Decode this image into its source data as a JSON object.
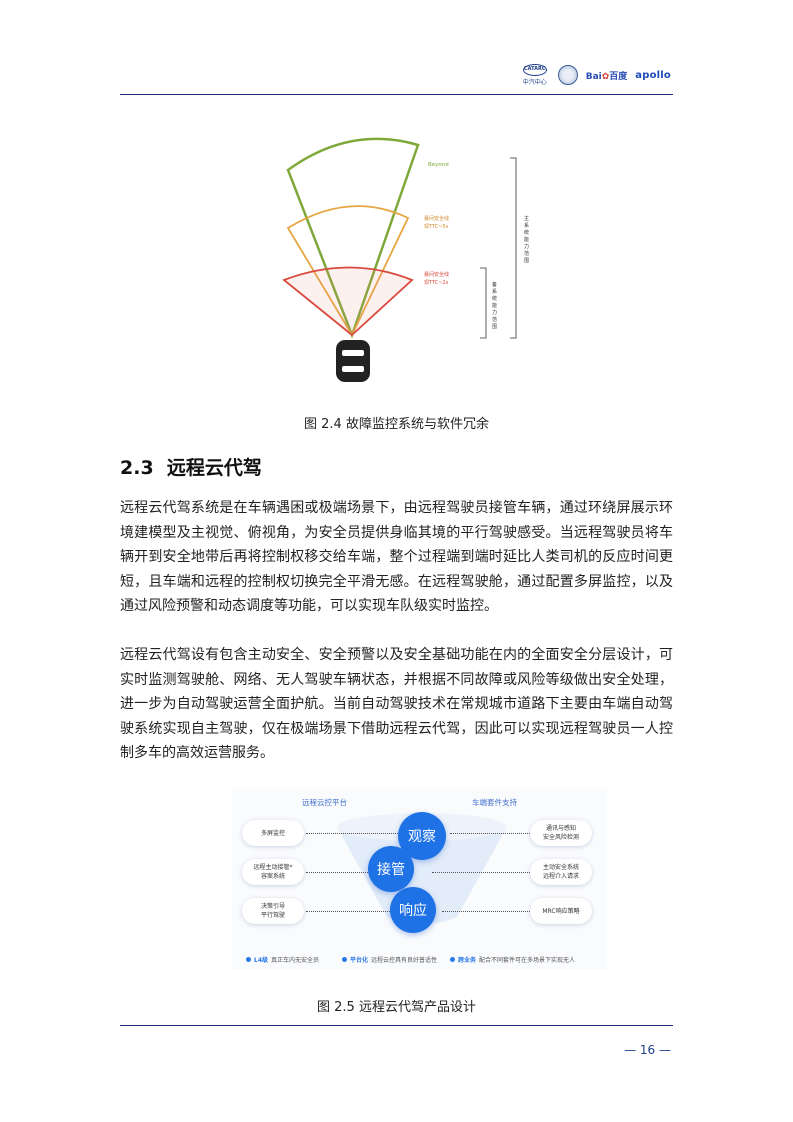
{
  "header": {
    "logos": [
      {
        "name": "zhongqi-zhongxin",
        "mark": "CATARC",
        "text": "中汽中心"
      },
      {
        "name": "university-seal"
      },
      {
        "name": "baidu",
        "text_a": "Bai",
        "text_b": "百度"
      },
      {
        "name": "apollo",
        "text": "apollo"
      }
    ]
  },
  "figure1": {
    "caption": "图 2.4  故障监控系统与软件冗余",
    "arcs": [
      {
        "label": "Beyond",
        "color": "#7fa83a"
      },
      {
        "label": "暴间安全线\n现TTC~5s",
        "color": "#e8a643"
      },
      {
        "label": "暴间安全线\n现TTC~2s",
        "color": "#d94a3e"
      }
    ],
    "brackets": [
      {
        "label": "主系统能力范围"
      },
      {
        "label": "备系统能力范围"
      }
    ]
  },
  "section": {
    "number": "2.3",
    "title": "远程云代驾"
  },
  "paragraphs": [
    "远程云代驾系统是在车辆遇困或极端场景下，由远程驾驶员接管车辆，通过环绕屏展示环境建模型及主视觉、俯视角，为安全员提供身临其境的平行驾驶感受。当远程驾驶员将车辆开到安全地带后再将控制权移交给车端，整个过程端到端时延比人类司机的反应时间更短，且车端和远程的控制权切换完全平滑无感。在远程驾驶舱，通过配置多屏监控，以及通过风险预警和动态调度等功能，可以实现车队级实时监控。",
    "远程云代驾设有包含主动安全、安全预警以及安全基础功能在内的全面安全分层设计，可实时监测驾驶舱、网络、无人驾驶车辆状态，并根据不同故障或风险等级做出安全处理，进一步为自动驾驶运营全面护航。当前自动驾驶技术在常规城市道路下主要由车端自动驾驶系统实现自主驾驶，仅在极端场景下借助远程云代驾，因此可以实现远程驾驶员一人控制多车的高效运营服务。"
  ],
  "figure2": {
    "caption": "图 2.5  远程云代驾产品设计",
    "left_title": "远程云控平台",
    "right_title": "车端套件支持",
    "left_items": [
      "多屏监控",
      "远程主动接管*\n容案系统",
      "决策引导\n平行驾驶"
    ],
    "right_items": [
      "通讯与感知\n安全风险检测",
      "主动安全系统\n远程介入请求",
      "MRC响应策略"
    ],
    "circles": [
      "观察",
      "接管",
      "响应"
    ],
    "legend": [
      {
        "key": "L4级",
        "text": "真正车内无安全员"
      },
      {
        "key": "平台化",
        "text": "远程云控具有良好普适性"
      },
      {
        "key": "跨业务",
        "text": "配合不同套件可在多场景下实现无人"
      }
    ]
  },
  "footer": {
    "page_number": "— 16 —"
  }
}
